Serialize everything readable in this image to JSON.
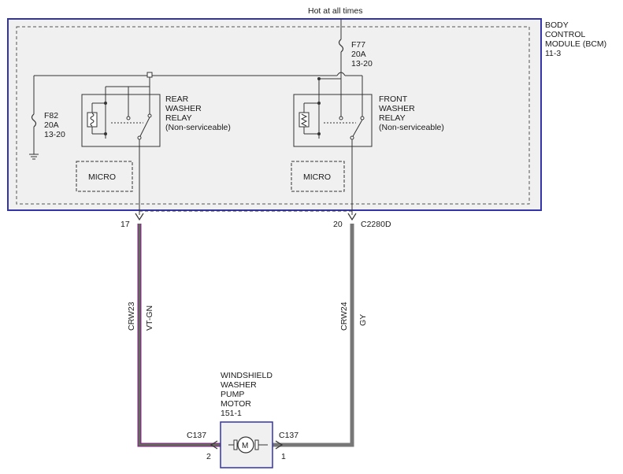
{
  "power_source": {
    "label": "Hot at all times"
  },
  "bcm": {
    "title_lines": [
      "BODY",
      "CONTROL",
      "MODULE (BCM)",
      "11-3"
    ]
  },
  "fuses": {
    "f77": {
      "lines": [
        "F77",
        "20A",
        "13-20"
      ]
    },
    "f82": {
      "lines": [
        "F82",
        "20A",
        "13-20"
      ]
    }
  },
  "relays": {
    "rear": {
      "lines": [
        "REAR",
        "WASHER",
        "RELAY",
        "(Non-serviceable)"
      ]
    },
    "front": {
      "lines": [
        "FRONT",
        "WASHER",
        "RELAY",
        "(Non-serviceable)"
      ]
    }
  },
  "micro_boxes": {
    "rear_label": "MICRO",
    "front_label": "MICRO"
  },
  "bcm_connector": {
    "name": "C2280D",
    "pin_rear": "17",
    "pin_front": "20"
  },
  "wires": {
    "rear": {
      "circuit": "CRW23",
      "color_code": "VT-GN",
      "stripe_main": "#7b3a7b",
      "stripe_trace": "#5a8a4a"
    },
    "front": {
      "circuit": "CRW24",
      "color_code": "GY",
      "stripe_main": "#777777"
    }
  },
  "motor": {
    "title_lines": [
      "WINDSHIELD",
      "WASHER",
      "PUMP",
      "MOTOR",
      "151-1"
    ],
    "symbol": "M",
    "connector_left": "C137",
    "connector_right": "C137",
    "pin_left": "2",
    "pin_right": "1"
  },
  "colors": {
    "module_border": "#3333aa",
    "module_fill": "#f0f0f0",
    "line": "#333333"
  }
}
